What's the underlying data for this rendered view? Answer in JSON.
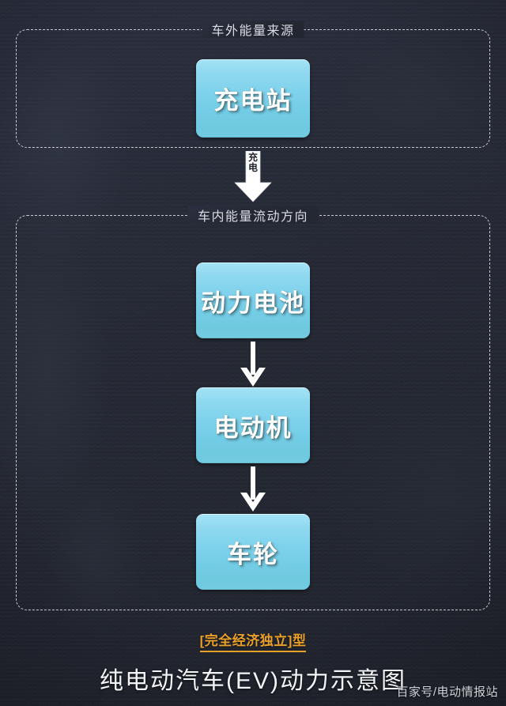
{
  "diagram": {
    "groups": [
      {
        "id": "external",
        "label": "车外能量来源"
      },
      {
        "id": "internal",
        "label": "车内能量流动方向"
      }
    ],
    "nodes": [
      {
        "id": "charging-station",
        "label": "充电站"
      },
      {
        "id": "power-battery",
        "label": "动力电池"
      },
      {
        "id": "electric-motor",
        "label": "电动机"
      },
      {
        "id": "wheel",
        "label": "车轮"
      }
    ],
    "connectors": [
      {
        "id": "charging-arrow",
        "label": "充电",
        "style": "block-arrow",
        "direction": "down"
      },
      {
        "id": "battery-to-motor",
        "label": "",
        "style": "line-arrow",
        "direction": "down"
      },
      {
        "id": "motor-to-wheel",
        "label": "",
        "style": "line-arrow",
        "direction": "down"
      }
    ]
  },
  "caption": {
    "subtitle": "[完全经济独立]型",
    "title": "纯电动汽车(EV)动力示意图"
  },
  "watermark": {
    "text": "百家号/电动情报站"
  },
  "colors": {
    "background": "#272b35",
    "node_fill_top": "#a5e2f5",
    "node_fill_bottom": "#6fc9df",
    "node_text": "#ffffff",
    "frame_dash": "#c9ccd2",
    "subtitle_accent": "#e9a02a",
    "title_text": "#f2f4f7",
    "arrow_white": "#ffffff"
  }
}
